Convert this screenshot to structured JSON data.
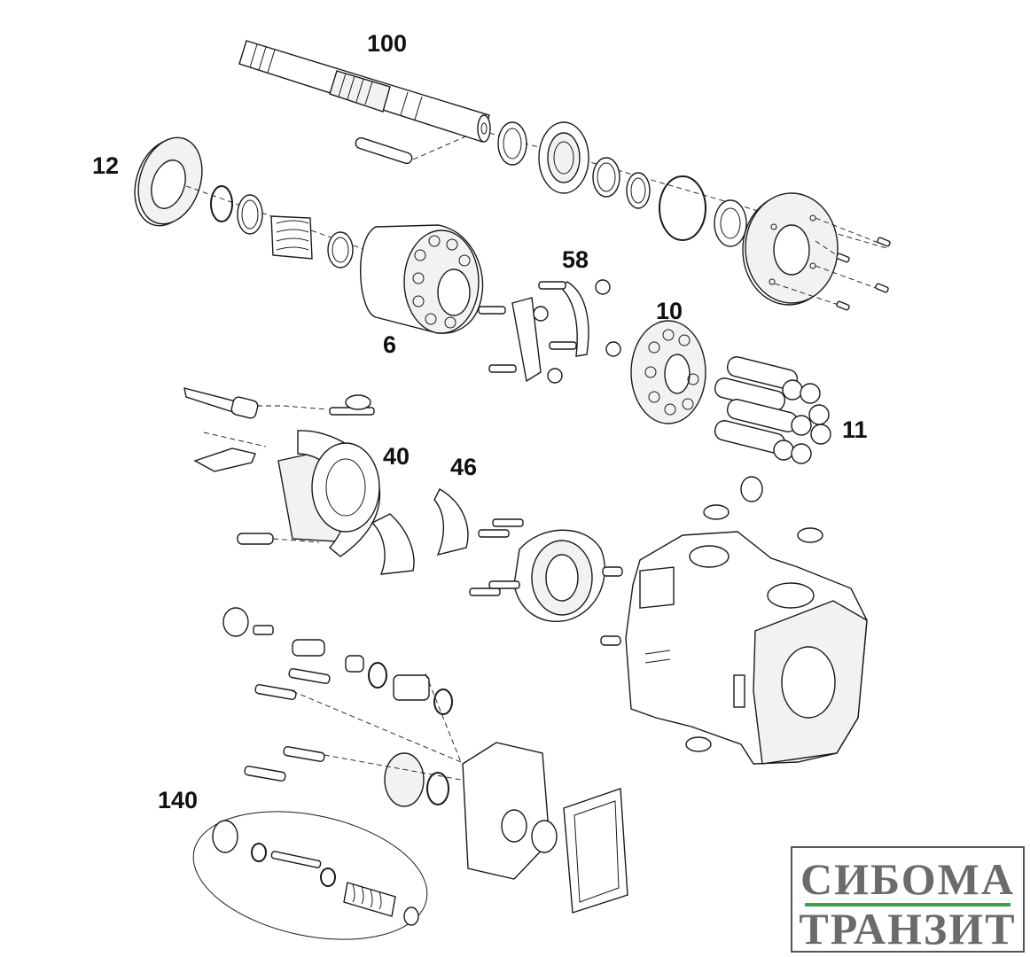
{
  "diagram": {
    "callouts": {
      "shaft": "100",
      "flange_left": "12",
      "cylinder": "6",
      "retainer": "58",
      "plate": "10",
      "pistons": "11",
      "swashplate": "40",
      "bearing_shells": "46",
      "control_valve": "140"
    }
  },
  "logo": {
    "line1": "СИБОМА",
    "line2": "ТРАНЗИТ",
    "accent_color": "#3aa24a",
    "text_color": "#6b6b6b"
  }
}
